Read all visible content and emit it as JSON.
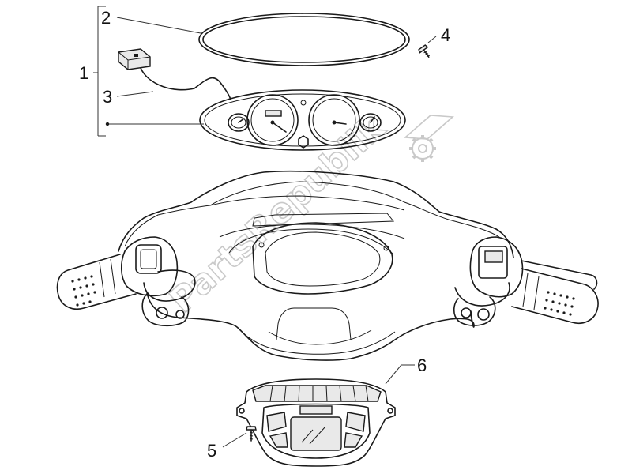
{
  "callouts": {
    "c1": "1",
    "c2": "2",
    "c3": "3",
    "c4": "4",
    "c5": "5",
    "c6": "6"
  },
  "watermark": {
    "text": "PartsRepublik",
    "color": "#c9c9c9"
  },
  "colors": {
    "line": "#1a1a1a",
    "background": "#ffffff"
  }
}
